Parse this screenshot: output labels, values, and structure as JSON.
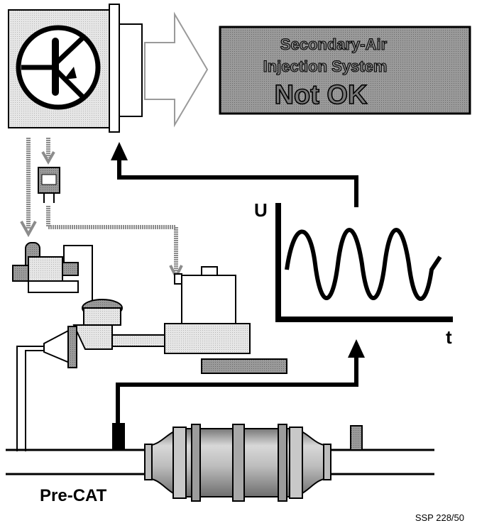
{
  "status_box": {
    "line1": "Secondary-Air",
    "line2": "Injection System",
    "line3": "Not OK"
  },
  "graph": {
    "y_axis_label": "U",
    "x_axis_label": "t"
  },
  "labels": {
    "pre_cat": "Pre-CAT",
    "reference": "SSP 228/50"
  },
  "colors": {
    "outline": "#000000",
    "gray_fill": "#8c8c8c",
    "light_gray": "#c8c8c8",
    "background": "#ffffff"
  }
}
